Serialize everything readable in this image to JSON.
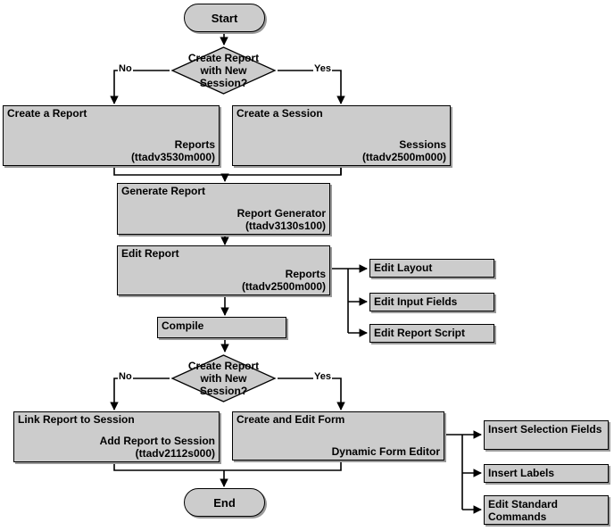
{
  "diagram": {
    "title": "Report and Form creation flowchart",
    "colors": {
      "node_fill": "#cccccc",
      "node_border": "#000000",
      "shadow": "#9a9a9a",
      "background": "#ffffff",
      "line": "#000000"
    },
    "nodes": {
      "start": {
        "label": "Start"
      },
      "decision1": {
        "line1": "Create Report",
        "line2": "with New",
        "line3": "Session?"
      },
      "decision1_no": "No",
      "decision1_yes": "Yes",
      "create_report": {
        "title": "Create a Report",
        "sub1": "Reports",
        "sub2": "(ttadv3530m000)"
      },
      "create_session": {
        "title": "Create a Session",
        "sub1": "Sessions",
        "sub2": "(ttadv2500m000)"
      },
      "generate_report": {
        "title": "Generate Report",
        "sub1": "Report Generator",
        "sub2": "(ttadv3130s100)"
      },
      "edit_report": {
        "title": "Edit Report",
        "sub1": "Reports",
        "sub2": "(ttadv2500m000)"
      },
      "edit_layout": {
        "title": "Edit Layout"
      },
      "edit_input_fields": {
        "title": "Edit Input Fields"
      },
      "edit_report_script": {
        "title": "Edit Report Script"
      },
      "compile": {
        "title": "Compile"
      },
      "decision2": {
        "line1": "Create Report",
        "line2": "with New",
        "line3": "Session?"
      },
      "decision2_no": "No",
      "decision2_yes": "Yes",
      "link_report": {
        "title": "Link Report to Session",
        "sub1": "Add Report to Session",
        "sub2": "(ttadv2112s000)"
      },
      "create_edit_form": {
        "title": "Create and Edit Form",
        "sub1": "Dynamic Form Editor",
        "sub2": ""
      },
      "insert_selection_fields": {
        "title": "Insert Selection Fields"
      },
      "insert_labels": {
        "title": "Insert Labels"
      },
      "edit_standard_commands": {
        "title": "Edit Standard Commands"
      },
      "end": {
        "label": "End"
      }
    }
  }
}
